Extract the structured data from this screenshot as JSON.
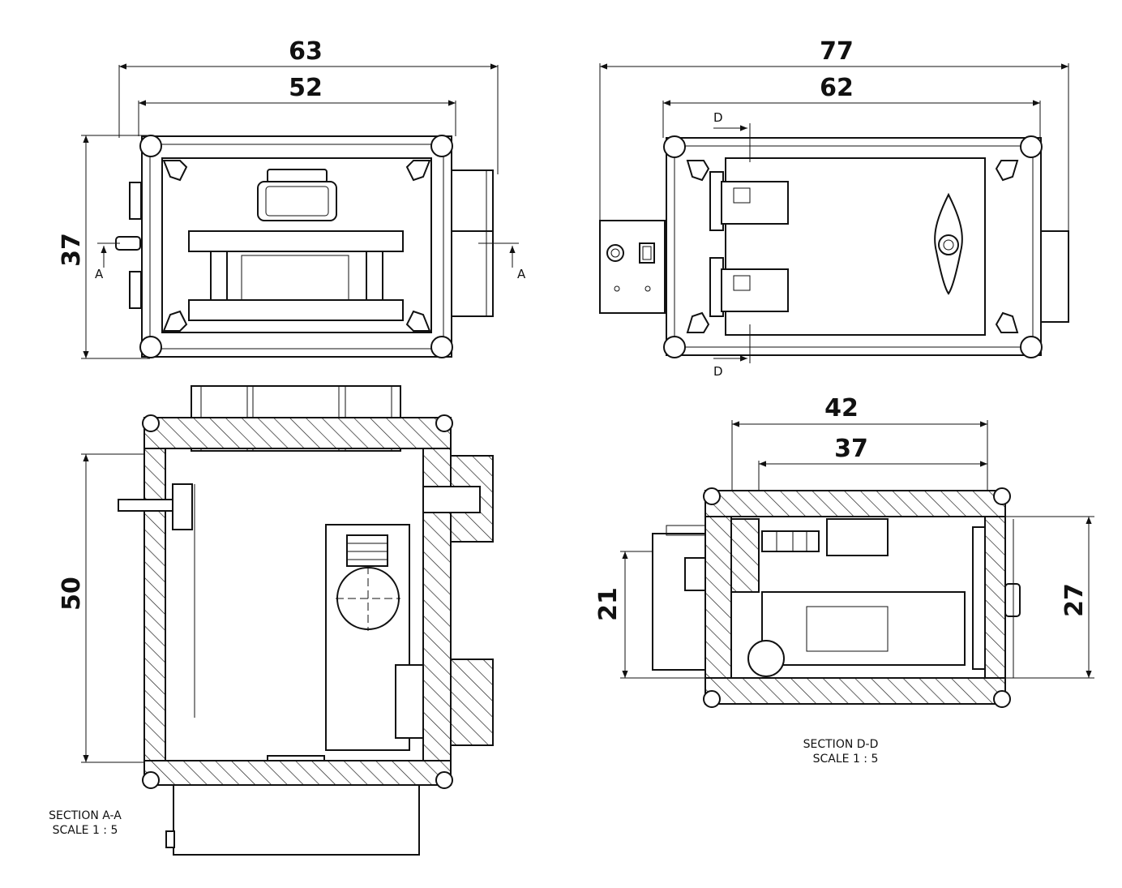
{
  "front_view": {
    "dim_overall_width": "63",
    "dim_inner_width": "52",
    "dim_height": "37",
    "section_marker_left": "A",
    "section_marker_right": "A"
  },
  "side_view": {
    "dim_overall_width": "77",
    "dim_inner_width": "62",
    "section_marker_top": "D",
    "section_marker_bottom": "D"
  },
  "section_a": {
    "dim_depth": "50",
    "caption_line1": "SECTION A-A",
    "caption_line2": "SCALE 1 : 5"
  },
  "section_d": {
    "dim_outer_width": "42",
    "dim_inner_width": "37",
    "dim_left_height": "21",
    "dim_right_height": "27",
    "caption_line1": "SECTION D-D",
    "caption_line2": "SCALE 1 : 5"
  }
}
